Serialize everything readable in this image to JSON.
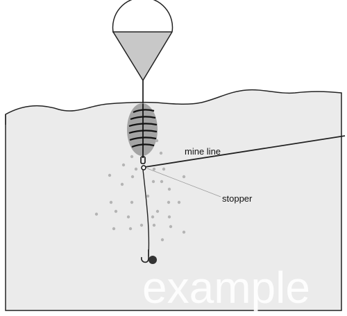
{
  "labels": {
    "main_line": "mine line",
    "stopper": "stopper"
  },
  "watermark": "example",
  "colors": {
    "water": "#ebebeb",
    "float_fill": "#c8c8c8",
    "feeder_fill": "#8c8c8c",
    "particles": "#b4b4b4",
    "line": "#222222",
    "hook_weight": "#333333"
  }
}
